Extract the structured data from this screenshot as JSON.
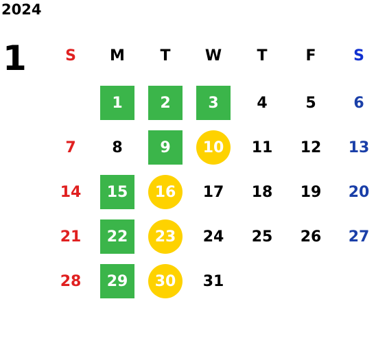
{
  "calendar": {
    "year": "2024",
    "month": "1",
    "weekdays": [
      "S",
      "M",
      "T",
      "W",
      "T",
      "F",
      "S"
    ],
    "weeks": [
      [
        null,
        {
          "d": "1",
          "h": "green"
        },
        {
          "d": "2",
          "h": "green"
        },
        {
          "d": "3",
          "h": "green"
        },
        {
          "d": "4"
        },
        {
          "d": "5"
        },
        {
          "d": "6"
        }
      ],
      [
        {
          "d": "7"
        },
        {
          "d": "8"
        },
        {
          "d": "9",
          "h": "green"
        },
        {
          "d": "10",
          "h": "yellow"
        },
        {
          "d": "11"
        },
        {
          "d": "12"
        },
        {
          "d": "13"
        }
      ],
      [
        {
          "d": "14"
        },
        {
          "d": "15",
          "h": "green"
        },
        {
          "d": "16",
          "h": "yellow"
        },
        {
          "d": "17"
        },
        {
          "d": "18"
        },
        {
          "d": "19"
        },
        {
          "d": "20"
        }
      ],
      [
        {
          "d": "21"
        },
        {
          "d": "22",
          "h": "green"
        },
        {
          "d": "23",
          "h": "yellow"
        },
        {
          "d": "24"
        },
        {
          "d": "25"
        },
        {
          "d": "26"
        },
        {
          "d": "27"
        }
      ],
      [
        {
          "d": "28"
        },
        {
          "d": "29",
          "h": "green"
        },
        {
          "d": "30",
          "h": "yellow"
        },
        {
          "d": "31"
        },
        null,
        null,
        null
      ]
    ]
  },
  "colors": {
    "sunday": "#e02020",
    "saturday": "#1a3fa8",
    "green_highlight": "#3bb54a",
    "yellow_highlight": "#fed200"
  }
}
